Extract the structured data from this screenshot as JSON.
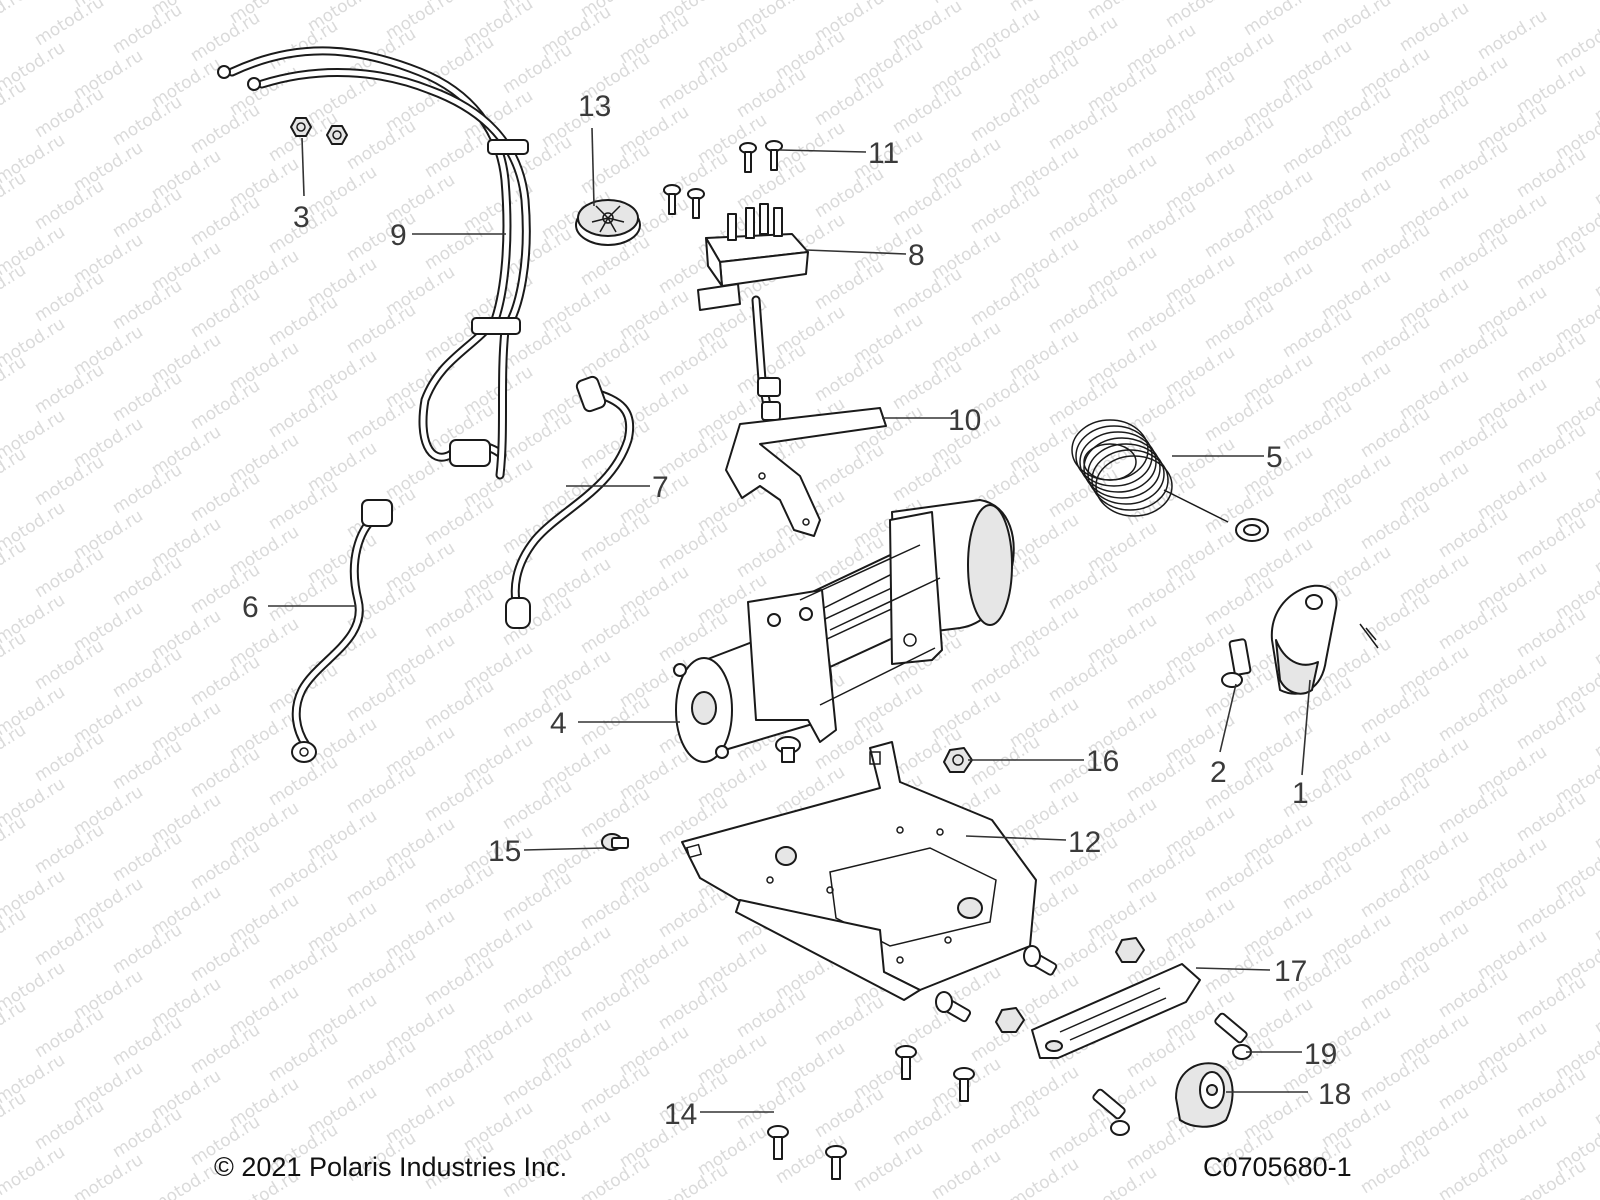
{
  "diagram": {
    "watermark": "motod.ru",
    "callouts": [
      {
        "id": "1",
        "label": "1"
      },
      {
        "id": "2",
        "label": "2"
      },
      {
        "id": "3",
        "label": "3"
      },
      {
        "id": "4",
        "label": "4"
      },
      {
        "id": "5",
        "label": "5"
      },
      {
        "id": "6",
        "label": "6"
      },
      {
        "id": "7",
        "label": "7"
      },
      {
        "id": "8",
        "label": "8"
      },
      {
        "id": "9",
        "label": "9"
      },
      {
        "id": "10",
        "label": "10"
      },
      {
        "id": "11",
        "label": "11"
      },
      {
        "id": "12",
        "label": "12"
      },
      {
        "id": "13",
        "label": "13"
      },
      {
        "id": "14",
        "label": "14"
      },
      {
        "id": "15",
        "label": "15"
      },
      {
        "id": "16",
        "label": "16"
      },
      {
        "id": "17",
        "label": "17"
      },
      {
        "id": "18",
        "label": "18"
      },
      {
        "id": "19",
        "label": "19"
      }
    ]
  },
  "footer": {
    "copyright": "© 2021 Polaris Industries Inc.",
    "code": "C0705680-1"
  }
}
